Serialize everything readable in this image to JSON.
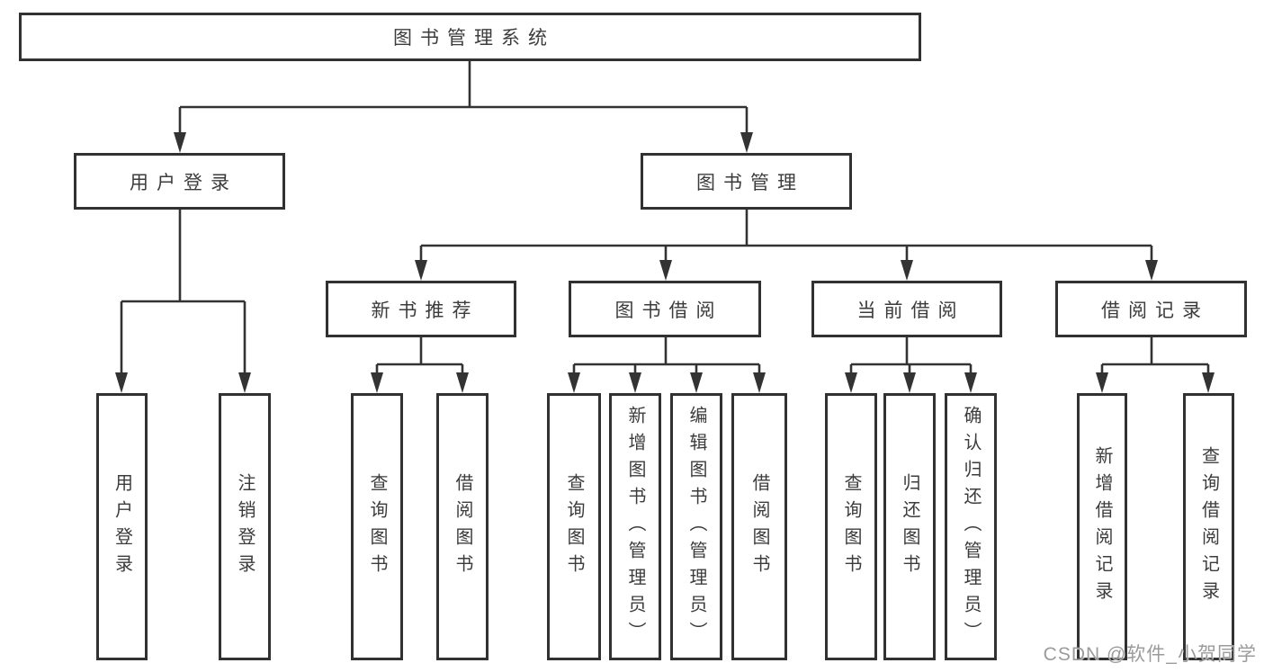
{
  "diagram": {
    "root": {
      "label": "图书管理系统"
    },
    "level2": [
      {
        "id": "user-login",
        "label": "用户登录"
      },
      {
        "id": "book-management",
        "label": "图书管理"
      }
    ],
    "level3": [
      {
        "id": "new-book-recommend",
        "label": "新书推荐"
      },
      {
        "id": "book-borrow",
        "label": "图书借阅"
      },
      {
        "id": "current-borrow",
        "label": "当前借阅"
      },
      {
        "id": "borrow-record",
        "label": "借阅记录"
      }
    ],
    "leaves": {
      "user_login": [
        {
          "label": "用户登录"
        },
        {
          "label": "注销登录"
        }
      ],
      "new_book": [
        {
          "label": "查询图书"
        },
        {
          "label": "借阅图书"
        }
      ],
      "book_borrow": [
        {
          "label": "查询图书"
        },
        {
          "label": "新增图书（管理员）"
        },
        {
          "label": "编辑图书（管理员）"
        },
        {
          "label": "借阅图书"
        }
      ],
      "current_borrow": [
        {
          "label": "查询图书"
        },
        {
          "label": "归还图书"
        },
        {
          "label": "确认归还（管理员）"
        }
      ],
      "borrow_record": [
        {
          "label": "新增借阅记录"
        },
        {
          "label": "查询借阅记录"
        }
      ]
    }
  },
  "watermark": {
    "text": "CSDN @软件_小贺同学"
  },
  "colors": {
    "line": "#333333",
    "box_border": "#313131",
    "text": "#3c3c3c",
    "background": "#ffffff",
    "watermark": "#9b9b9b"
  }
}
